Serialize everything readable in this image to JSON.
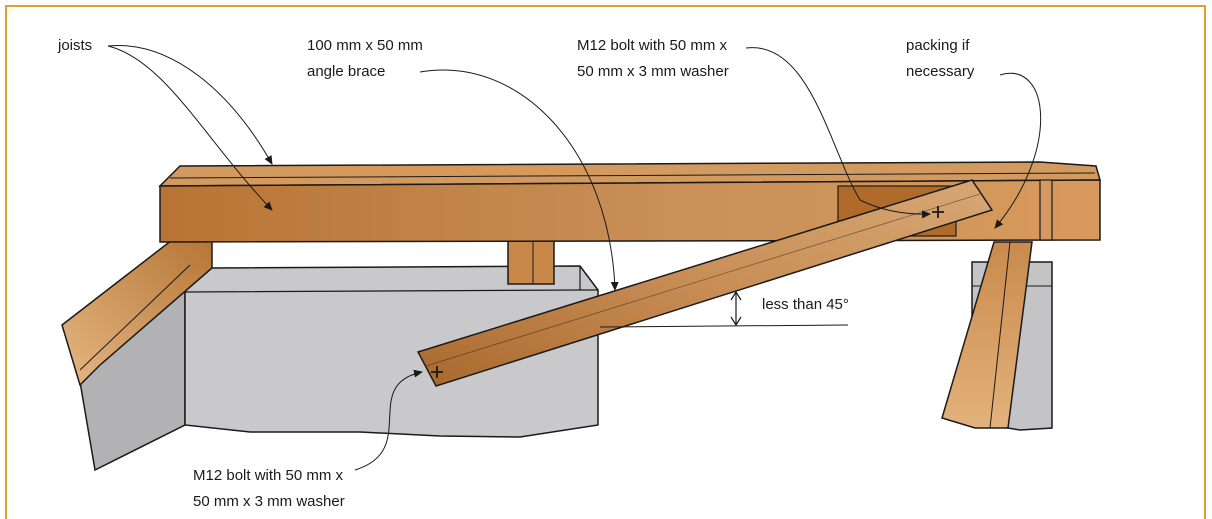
{
  "labels": {
    "joists": "joists",
    "angle_brace_1": "100 mm x 50 mm",
    "angle_brace_2": "angle brace",
    "bolt_top_1": "M12 bolt with 50 mm x",
    "bolt_top_2": "50 mm x 3 mm washer",
    "packing_1": "packing if",
    "packing_2": "necessary",
    "angle": "less than 45°",
    "bolt_bottom_1": "M12 bolt with 50 mm x",
    "bolt_bottom_2": "50 mm x 3 mm washer"
  },
  "colors": {
    "border": "#e0a030",
    "timber_dark": "#b9763a",
    "timber_light": "#e2b07a",
    "concrete": "#c9c9cb",
    "concrete_dark": "#a9a9ab",
    "ink": "#1a1a1a"
  }
}
